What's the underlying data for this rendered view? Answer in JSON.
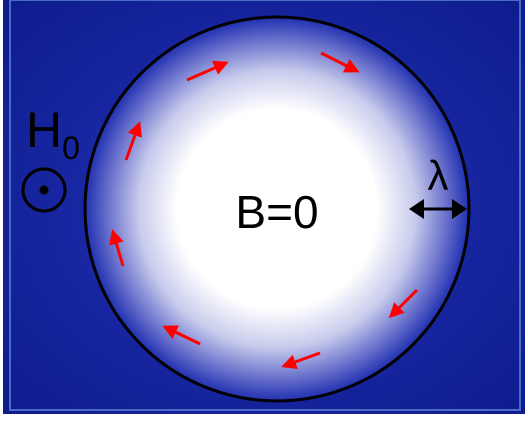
{
  "diagram": {
    "center_label": "B=0",
    "field_label": "H",
    "field_subscript": "0",
    "depth_label": "λ",
    "field_direction": "out-of-page",
    "current_direction": "clockwise",
    "colors": {
      "background": "#1a2aa8",
      "background_edge": "#0d1a8a",
      "border": "#4a6cc8",
      "sphere_inner": "#ffffff",
      "sphere_edge": "#2030b0",
      "outline": "#000000",
      "current_arrows": "#ff0000"
    }
  }
}
